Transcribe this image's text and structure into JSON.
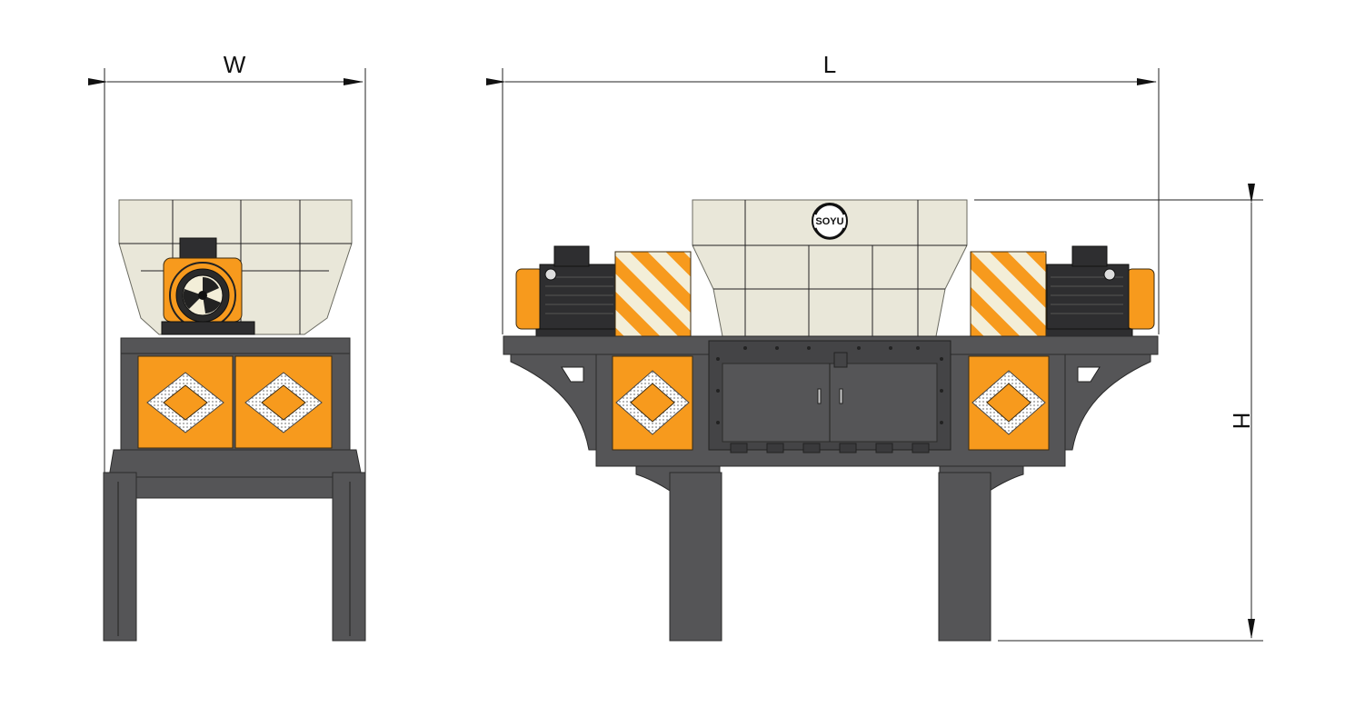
{
  "dimensions": {
    "width_label": "W",
    "length_label": "L",
    "height_label": "H"
  },
  "logo": {
    "text": "SOYU"
  },
  "colors": {
    "frame": "#555557",
    "panel": "#f79a1d",
    "hopper": "#e9e7d9",
    "motor": "#2e2e30",
    "stripe_light": "#f3eed8"
  }
}
